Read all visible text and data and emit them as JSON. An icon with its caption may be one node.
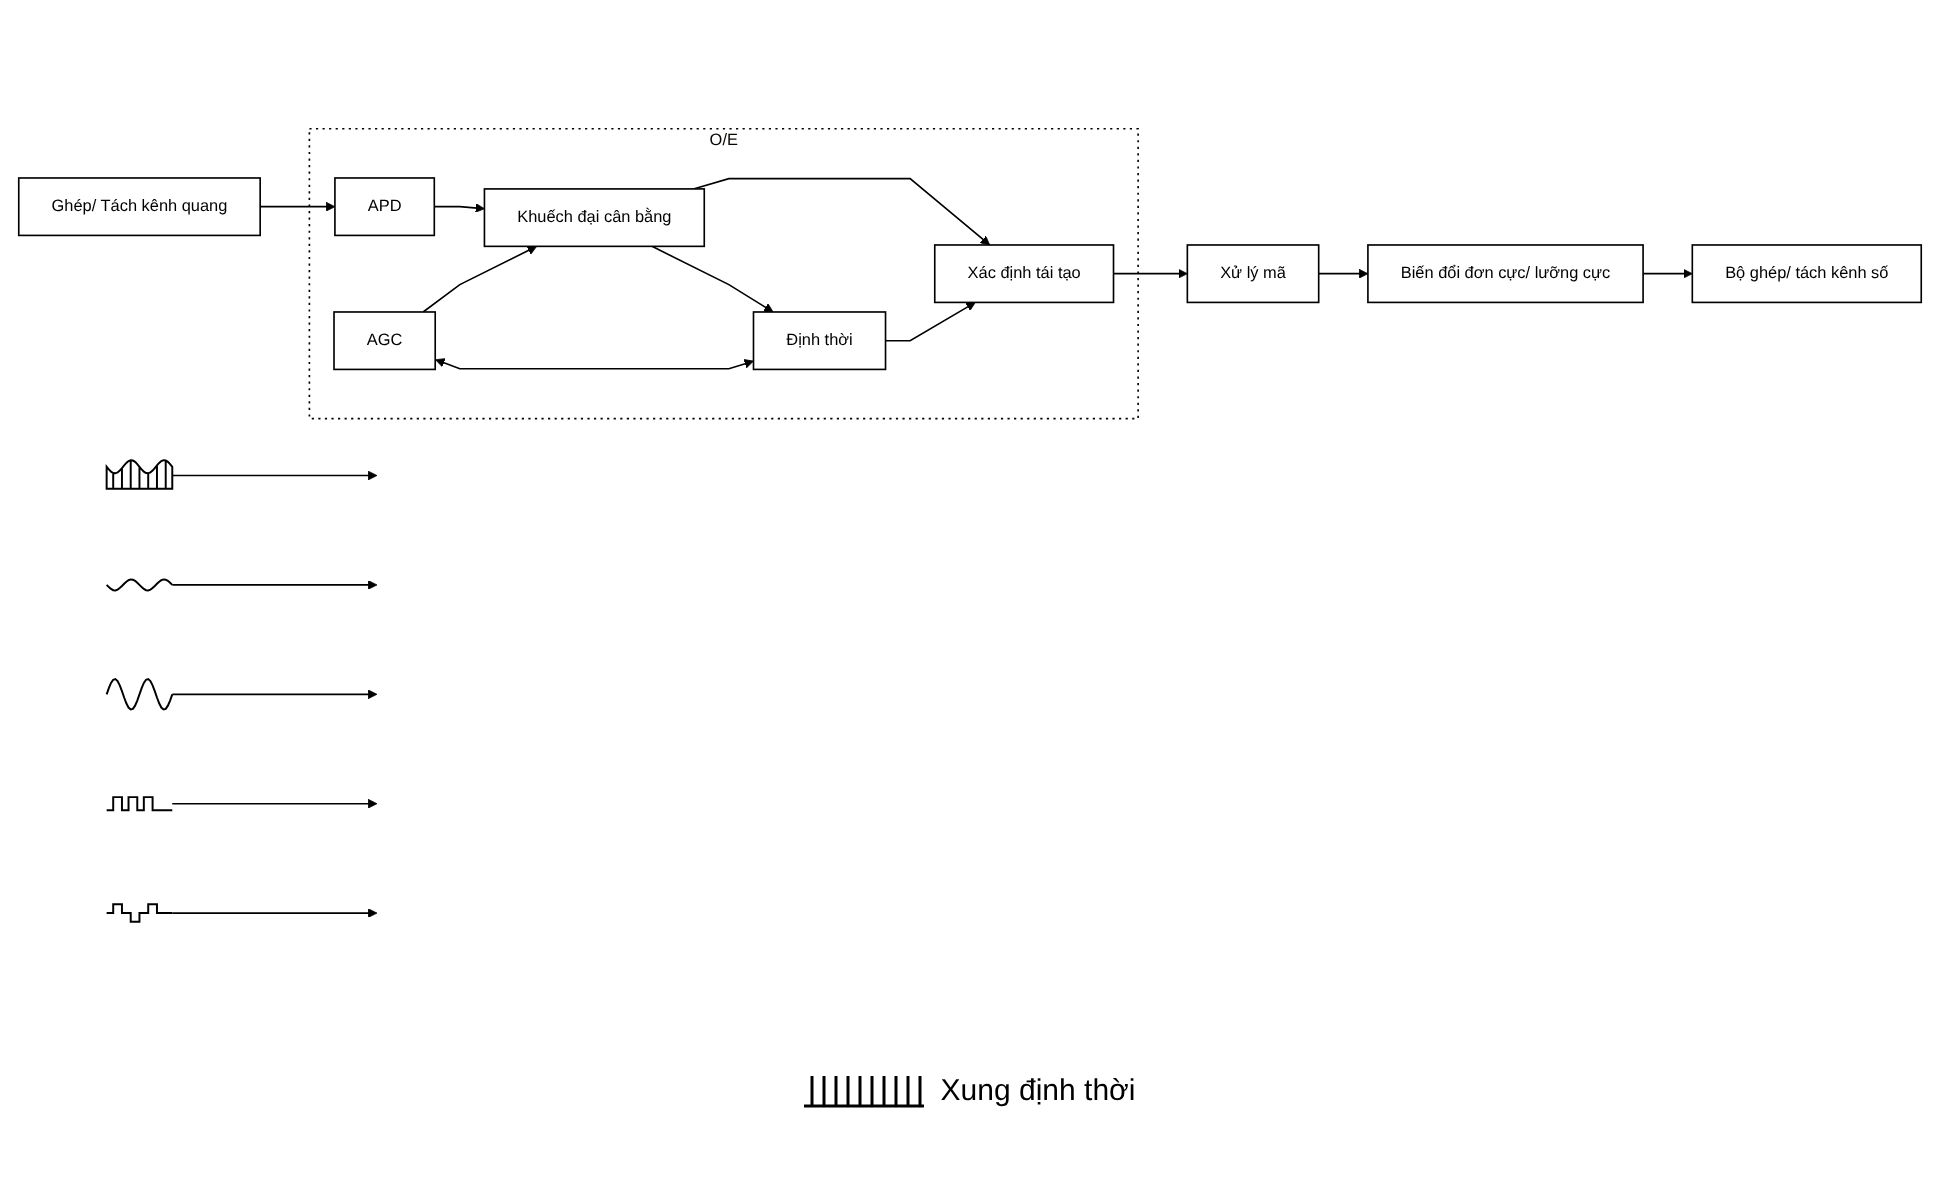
{
  "diagram": {
    "nodes": [
      {
        "text": [
          "Ghép/ Tách kênh quang"
        ]
      },
      {
        "text": [
          "O/E"
        ]
      },
      {
        "text": [
          "APD"
        ],
        "in": 1
      },
      {
        "text": [
          "Khuếch đại cân bằng"
        ],
        "in": 1
      },
      {
        "text": [
          "Xác định tái tạo"
        ],
        "in": 1
      },
      {
        "text": [
          "AGC"
        ],
        "in": 1
      },
      {
        "text": [
          "Định thời"
        ],
        "in": 1
      },
      {
        "text": [
          "Xử lý mã"
        ]
      },
      {
        "text": [
          "Biến đổi đơn cực/ lưỡng cực"
        ]
      },
      {
        "text": [
          "Bộ ghép/ tách kênh số"
        ]
      },
      {
        "text": [],
        "shape": "picture"
      },
      {
        "text": [],
        "shape": "picture"
      },
      {
        "text": [],
        "shape": "picture"
      },
      {
        "text": [],
        "shape": "picture"
      },
      {
        "text": [],
        "shape": "picture"
      }
    ],
    "edges": [
      {
        "from": 0,
        "to": 2,
        "arrow": "to"
      },
      {
        "from": 2,
        "to": 3,
        "arrow": "to"
      },
      {
        "from": 3,
        "to": 4,
        "arrow": "to"
      },
      {
        "from": 4,
        "to": 7,
        "arrow": "to"
      },
      {
        "from": 7,
        "to": 8,
        "arrow": "to"
      },
      {
        "from": 8,
        "to": 9,
        "arrow": "to"
      },
      {
        "from": 5,
        "to": 3,
        "arrow": "to"
      },
      {
        "from": 6,
        "to": 4,
        "arrow": "to"
      },
      {
        "from": 5,
        "to": 6,
        "arrow": "both"
      },
      {
        "from": 3,
        "to": 6,
        "arrow": "to"
      },
      {
        "from": 10,
        "to": null,
        "arrow": "to"
      },
      {
        "from": 11,
        "to": null,
        "arrow": "to"
      },
      {
        "from": 12,
        "to": null,
        "arrow": "to"
      },
      {
        "from": 13,
        "to": null,
        "arrow": "to"
      },
      {
        "from": 14,
        "to": null,
        "arrow": "to"
      }
    ],
    "legend": [
      {
        "text": "Xung định thời"
      }
    ]
  }
}
